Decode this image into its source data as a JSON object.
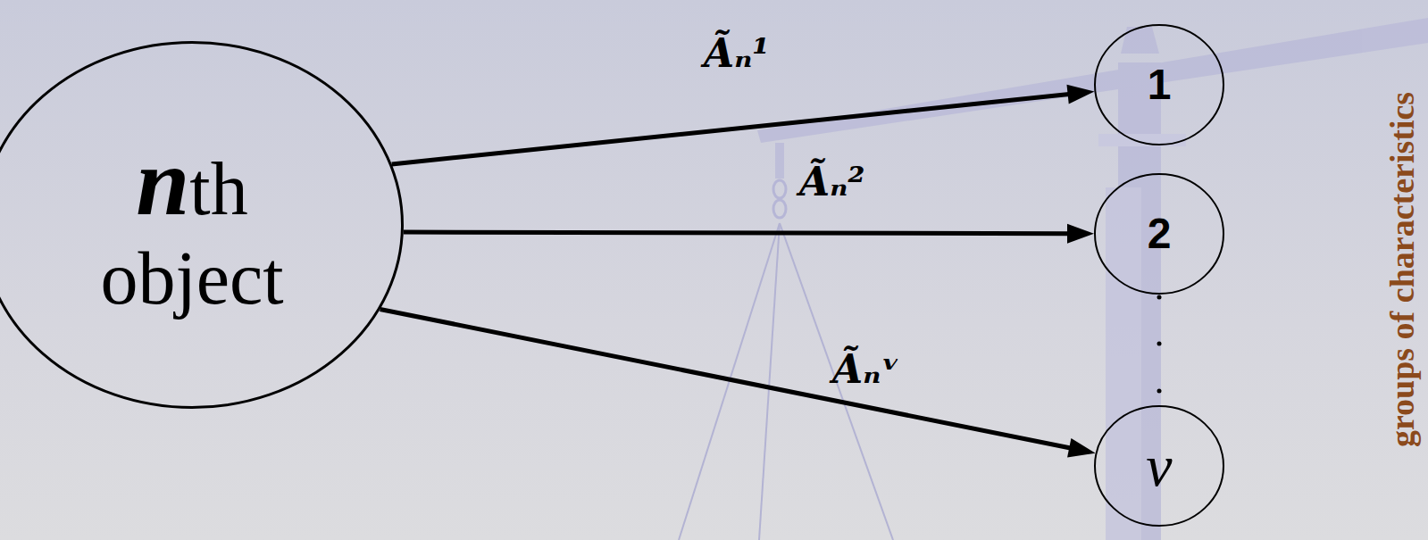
{
  "diagram": {
    "nodes": [
      {
        "text": [
          "nth object"
        ]
      },
      {
        "text": [
          "1"
        ]
      },
      {
        "text": [
          "2"
        ]
      },
      {
        "text": [
          "ν"
        ]
      }
    ],
    "edges": [
      {
        "from": 0,
        "to": 1,
        "arrow": "to",
        "label": "Ãₙ¹"
      },
      {
        "from": 0,
        "to": 2,
        "arrow": "to",
        "label": "Ãₙ²"
      },
      {
        "from": 0,
        "to": 3,
        "arrow": "to",
        "label": "Ãₙᵛ"
      }
    ],
    "labels": [
      "groups of characteristics"
    ]
  }
}
